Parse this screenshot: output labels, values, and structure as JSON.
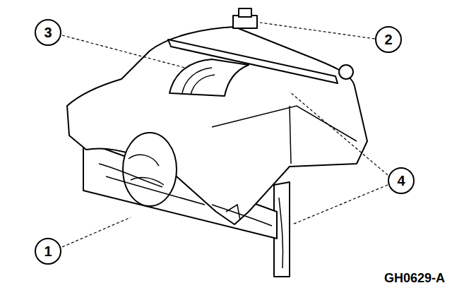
{
  "diagram": {
    "nodes": [
      {
        "text": [
          "3"
        ]
      },
      {
        "text": [
          "2"
        ]
      },
      {
        "text": [
          "4"
        ]
      },
      {
        "text": [
          "1"
        ]
      }
    ],
    "labels": [
      "GH0629-A"
    ]
  }
}
